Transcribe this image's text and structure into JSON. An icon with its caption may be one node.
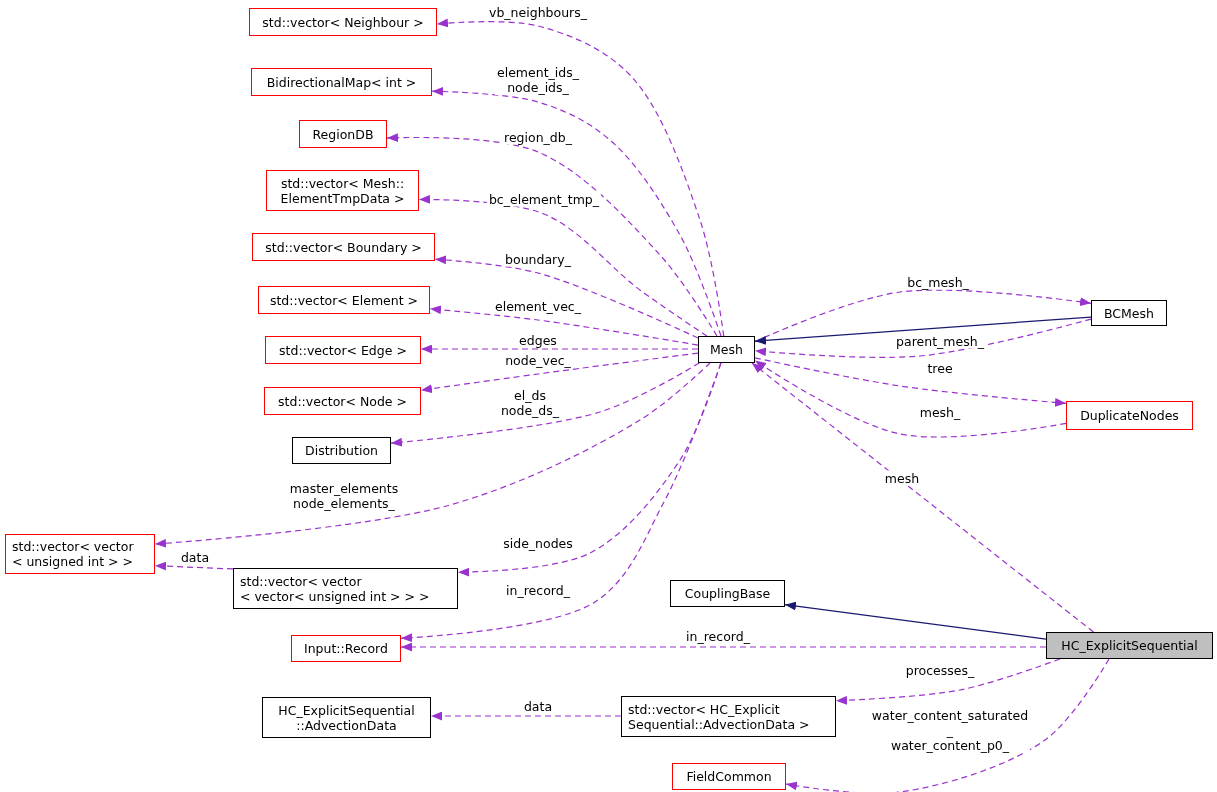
{
  "diagram": {
    "nodes": [
      {
        "text": [
          "std::vector< Neighbour >"
        ]
      },
      {
        "text": [
          "BidirectionalMap< int >"
        ]
      },
      {
        "text": [
          "RegionDB"
        ]
      },
      {
        "text": [
          "std::vector< Mesh:: ElementTmpData >"
        ]
      },
      {
        "text": [
          "std::vector< Boundary >"
        ]
      },
      {
        "text": [
          "std::vector< Element >"
        ]
      },
      {
        "text": [
          "std::vector< Edge >"
        ]
      },
      {
        "text": [
          "std::vector< Node >"
        ]
      },
      {
        "text": [
          "Distribution"
        ]
      },
      {
        "text": [
          "Mesh"
        ]
      },
      {
        "text": [
          "BCMesh"
        ]
      },
      {
        "text": [
          "DuplicateNodes"
        ]
      },
      {
        "text": [
          "std::vector< vector < unsigned int > >"
        ]
      },
      {
        "text": [
          "std::vector< vector < vector< unsigned int > > >"
        ]
      },
      {
        "text": [
          "CouplingBase"
        ]
      },
      {
        "text": [
          "Input::Record"
        ]
      },
      {
        "text": [
          "HC_ExplicitSequential"
        ]
      },
      {
        "text": [
          "HC_ExplicitSequential ::AdvectionData"
        ]
      },
      {
        "text": [
          "std::vector< HC_Explicit Sequential::AdvectionData >"
        ]
      },
      {
        "text": [
          "FieldCommon"
        ]
      }
    ],
    "edges": [
      {
        "from": 9,
        "to": 0,
        "arrow": "to",
        "label": "vb_neighbours_",
        "style": "dashed"
      },
      {
        "from": 9,
        "to": 1,
        "arrow": "to",
        "label": "element_ids_ node_ids_",
        "style": "dashed"
      },
      {
        "from": 9,
        "to": 2,
        "arrow": "to",
        "label": "region_db_",
        "style": "dashed"
      },
      {
        "from": 9,
        "to": 3,
        "arrow": "to",
        "label": "bc_element_tmp_",
        "style": "dashed"
      },
      {
        "from": 9,
        "to": 4,
        "arrow": "to",
        "label": "boundary_",
        "style": "dashed"
      },
      {
        "from": 9,
        "to": 5,
        "arrow": "to",
        "label": "element_vec_",
        "style": "dashed"
      },
      {
        "from": 9,
        "to": 6,
        "arrow": "to",
        "label": "edges",
        "style": "dashed"
      },
      {
        "from": 9,
        "to": 7,
        "arrow": "to",
        "label": "node_vec_",
        "style": "dashed"
      },
      {
        "from": 9,
        "to": 8,
        "arrow": "to",
        "label": "el_ds node_ds_",
        "style": "dashed"
      },
      {
        "from": 9,
        "to": 12,
        "arrow": "to",
        "label": "master_elements node_elements_",
        "style": "dashed"
      },
      {
        "from": 9,
        "to": 13,
        "arrow": "to",
        "label": "side_nodes",
        "style": "dashed"
      },
      {
        "from": 9,
        "to": 15,
        "arrow": "to",
        "label": "in_record_",
        "style": "dashed"
      },
      {
        "from": 9,
        "to": 10,
        "arrow": "to",
        "label": "bc_mesh_",
        "style": "dashed"
      },
      {
        "from": 10,
        "to": 9,
        "arrow": "to",
        "label": "parent_mesh_",
        "style": "dashed"
      },
      {
        "from": 10,
        "to": 9,
        "arrow": "to",
        "color": "#191970"
      },
      {
        "from": 9,
        "to": 11,
        "arrow": "to",
        "label": "tree",
        "style": "dashed"
      },
      {
        "from": 11,
        "to": 9,
        "arrow": "to",
        "label": "mesh_",
        "style": "dashed"
      },
      {
        "from": 16,
        "to": 9,
        "arrow": "to",
        "label": "mesh",
        "style": "dashed"
      },
      {
        "from": 13,
        "to": 12,
        "arrow": "to",
        "label": "data",
        "style": "dashed"
      },
      {
        "from": 16,
        "to": 14,
        "arrow": "to",
        "color": "#191970"
      },
      {
        "from": 16,
        "to": 15,
        "arrow": "to",
        "label": "in_record_",
        "style": "dashed"
      },
      {
        "from": 16,
        "to": 18,
        "arrow": "to",
        "label": "processes_",
        "style": "dashed"
      },
      {
        "from": 18,
        "to": 17,
        "arrow": "to",
        "label": "data",
        "style": "dashed"
      },
      {
        "from": 16,
        "to": 19,
        "arrow": "to",
        "label": "water_content_saturated _ water_content_p0_",
        "style": "dashed"
      }
    ]
  }
}
